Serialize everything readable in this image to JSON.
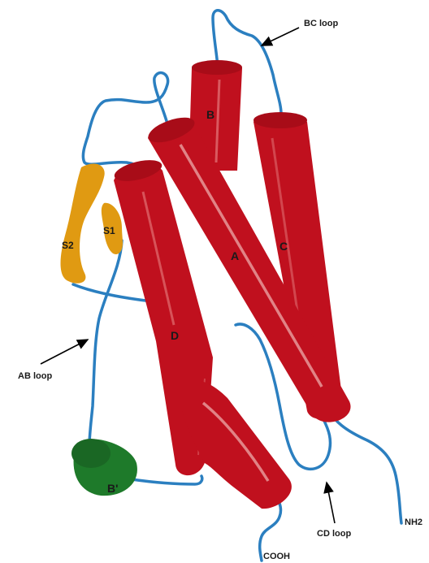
{
  "labels": {
    "bc_loop": "BC loop",
    "ab_loop": "AB loop",
    "cd_loop": "CD loop",
    "nh2": "NH2",
    "cooh": "COOH",
    "helix_a": "A",
    "helix_b": "B",
    "helix_c": "C",
    "helix_d": "D",
    "helix_b_prime": "B'",
    "strand_s1": "S1",
    "strand_s2": "S2"
  },
  "colors": {
    "helix": "#c0101e",
    "helix_highlight": "#e98a8a",
    "loop": "#2b7fc0",
    "strand": "#e09a12",
    "short_helix": "#1e7a2a",
    "arrow": "#000000"
  }
}
